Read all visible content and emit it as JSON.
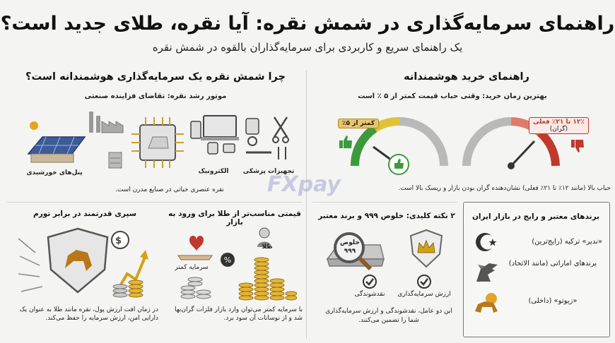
{
  "title": "راهنمای سرمایه‌گذاری در شمش نقره: آیا نقره، طلای جدید است؟",
  "subtitle": "یک راهنمای سریع و کاربردی برای سرمایه‌گذاران بالقوه در شمش نقره",
  "right_section": {
    "heading": "راهنمای خرید هوشمندانه",
    "best_time": "بهترین زمان خرید: وقتی حباب قیمت کمتر از ۵ ٪ است",
    "gauge_left_badge": "کمتر از ۵٪",
    "gauge_right_badge": "۱۲٪ تا ۲۱٪ فعلی",
    "gauge_right_sub": "(گران)",
    "bubble_note": "حباب بالا (مانند ۱۲٪ تا ۲۱٪ فعلی) نشان‌دهنده گران بودن بازار و ریسک بالا است.",
    "key_points_heading": "۲ نکته کلیدی: خلوص ۹۹۹ و برند معتبر",
    "purity_stamp_1": "خلوص",
    "purity_stamp_2": "۹۹۹",
    "liquidity_label": "نقدشوندگی",
    "investment_value_label": "ارزش سرمایه‌گذاری",
    "key_points_note": "این دو عامل، نقدشوندگی و ارزش سرمایه‌گذاری شما را تضمین می‌کنند."
  },
  "brands_box": {
    "heading": "برندهای معتبر و رایج در بازار ایران",
    "items": [
      {
        "label": "«ندیر» ترکیه (رایج‌ترین)",
        "icon": "crescent-star-icon"
      },
      {
        "label": "برندهای اماراتی (مانند الاتحاد)",
        "icon": "falcon-icon"
      },
      {
        "label": "«زیوتو» (داخلی)",
        "icon": "lion-sun-icon"
      }
    ]
  },
  "left_section": {
    "heading": "چرا شمش نقره یک سرمایه‌گذاری هوشمندانه است؟",
    "growth_engine": "موتور رشد نقره: تقاضای فزاینده صنعتی",
    "solar_label": "پنل‌های خورشیدی",
    "electronics_label": "الکترونیک",
    "medical_label": "تجهیزات پزشکی",
    "industry_note": "نقره عنصری حیاتی در صنایع مدرن است.",
    "inflation_heading": "سپری قدرتمند در برابر تورم",
    "inflation_note": "در زمان افت ارزش پول، نقره مانند طلا به عنوان یک دارایی امن، ارزش سرمایه را حفظ می‌کند.",
    "price_heading": "قیمتی مناسب‌تر از طلا برای ورود به بازار",
    "less_capital": "سرمایه کمتر",
    "gold_label": "طلا",
    "price_note": "با سرمایه کمتر می‌توان وارد بازار فلزات گران‌بها شد و از نوسانات آن سود برد."
  },
  "watermark": "FXpay",
  "colors": {
    "red": "#c0392b",
    "green": "#3c9a3c",
    "gold": "#d4a017",
    "gray": "#8a8a8a"
  }
}
